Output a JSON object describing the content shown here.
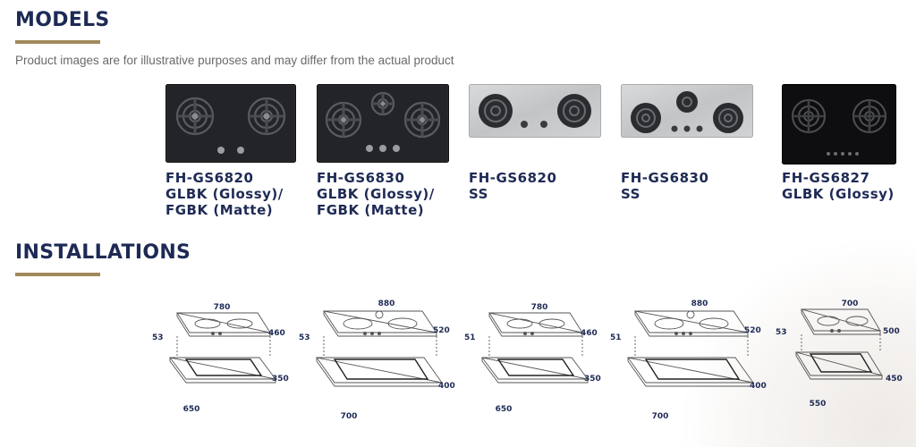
{
  "models": {
    "title": "MODELS",
    "disclaimer": "Product images are for illustrative purposes and may differ from the actual product",
    "products": [
      {
        "line1": "FH-GS6820",
        "line2": "GLBK (Glossy)/",
        "line3": "FGBK (Matte)",
        "finish": "black",
        "burners": 2
      },
      {
        "line1": "FH-GS6830",
        "line2": "GLBK (Glossy)/",
        "line3": "FGBK (Matte)",
        "finish": "black",
        "burners": 3
      },
      {
        "line1": "FH-GS6820",
        "line2": "SS",
        "line3": "",
        "finish": "stainless",
        "burners": 2
      },
      {
        "line1": "FH-GS6830",
        "line2": "SS",
        "line3": "",
        "finish": "stainless",
        "burners": 3
      },
      {
        "line1": "FH-GS6827",
        "line2": "GLBK (Glossy)",
        "line3": "",
        "finish": "black",
        "burners": 2
      }
    ]
  },
  "installations": {
    "title": "INSTALLATIONS",
    "diagrams": [
      {
        "width": "780",
        "depth": "460",
        "height": "53",
        "cut_depth": "350",
        "cut_width": "650",
        "burners": 2
      },
      {
        "width": "880",
        "depth": "520",
        "height": "53",
        "cut_depth": "400",
        "cut_width": "700",
        "burners": 3
      },
      {
        "width": "780",
        "depth": "460",
        "height": "51",
        "cut_depth": "350",
        "cut_width": "650",
        "burners": 2
      },
      {
        "width": "880",
        "depth": "520",
        "height": "51",
        "cut_depth": "400",
        "cut_width": "700",
        "burners": 3
      },
      {
        "width": "700",
        "depth": "500",
        "height": "53",
        "cut_depth": "450",
        "cut_width": "550",
        "burners": 2
      }
    ]
  },
  "colors": {
    "navy": "#1e2a55",
    "gold": "#a1895b",
    "glass": "#1c1c1e",
    "steel": "#c9cbcd"
  }
}
